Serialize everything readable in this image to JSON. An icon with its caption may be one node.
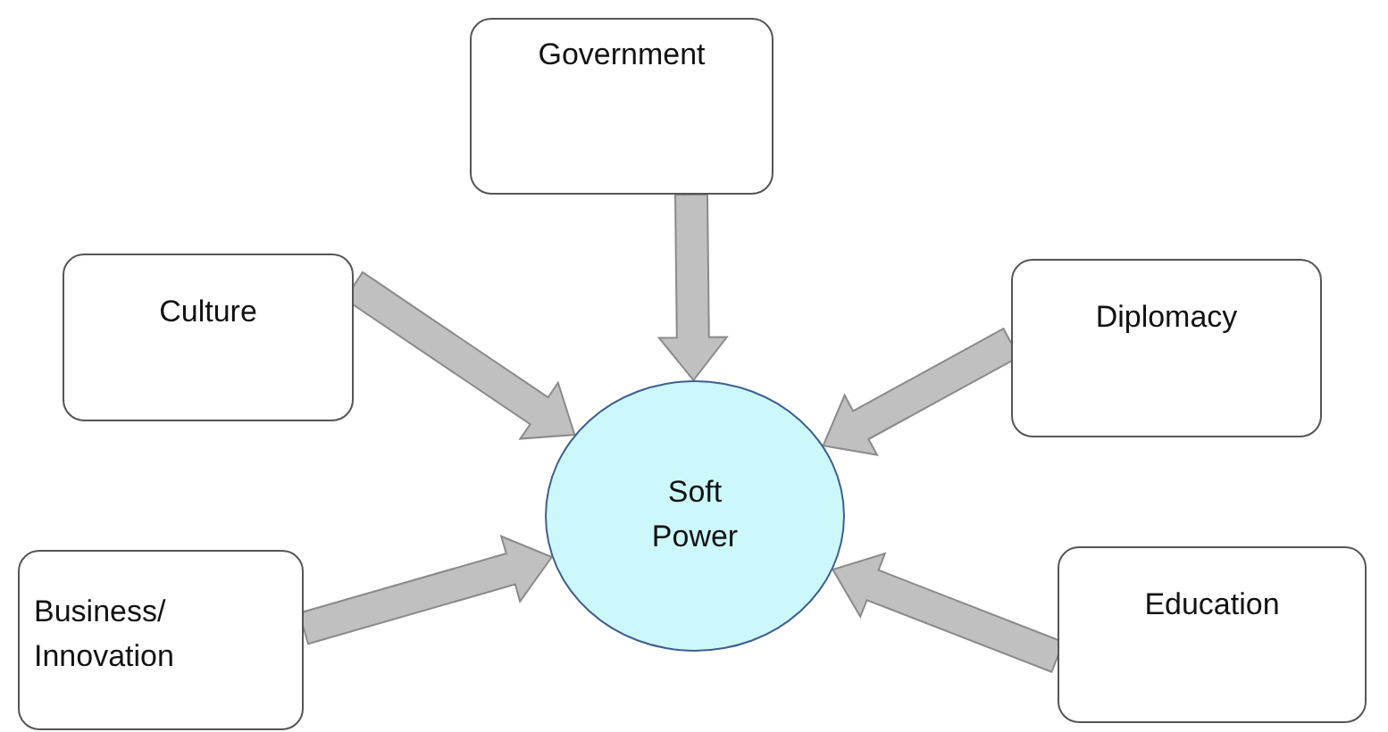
{
  "diagram": {
    "nodes": [
      {
        "text": [
          "Government"
        ]
      },
      {
        "text": [
          "Culture"
        ]
      },
      {
        "text": [
          "Diplomacy"
        ]
      },
      {
        "text": [
          "Soft Power"
        ]
      },
      {
        "text": [
          "Business/ Innovation"
        ]
      },
      {
        "text": [
          "Education"
        ]
      }
    ],
    "edges": [
      {
        "from": 0,
        "to": 3,
        "arrow": "to"
      },
      {
        "from": 1,
        "to": 3,
        "arrow": "to"
      },
      {
        "from": 2,
        "to": 3,
        "arrow": "to"
      },
      {
        "from": 4,
        "to": 3,
        "arrow": "to"
      },
      {
        "from": 5,
        "to": 3,
        "arrow": "to"
      }
    ]
  }
}
